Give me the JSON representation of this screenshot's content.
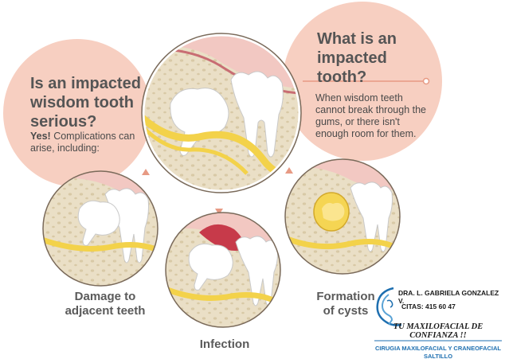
{
  "left_panel": {
    "question": "Is an impacted wisdom tooth serious?",
    "answer_lead": "Yes!",
    "answer_rest": "Complications can arise, including:"
  },
  "right_panel": {
    "question": "What is an impacted tooth?",
    "answer": "When wisdom teeth cannot break through the gums, or there isn't enough room for them."
  },
  "captions": {
    "damage": "Damage to adjacent teeth",
    "infection": "Infection",
    "cysts": "Formation of cysts"
  },
  "clinic": {
    "name": "DRA. L. GABRIELA GONZALEZ V.",
    "phone": "CITAS: 415 60 47",
    "slogan": "TU MAXILOFACIAL DE CONFIANZA !!",
    "specialty": "CIRUGIA MAXILOFACIAL Y CRANEOFACIAL",
    "city": "SALTILLO"
  },
  "colors": {
    "bubble": "#f7cfc1",
    "bone": "#eadfc6",
    "nerve": "#f3d24a",
    "gum": "#e9a9a6",
    "infection": "#c73a4a",
    "cyst": "#f5d553",
    "connector": "#e79a84",
    "brand_blue": "#1e6fb0"
  }
}
